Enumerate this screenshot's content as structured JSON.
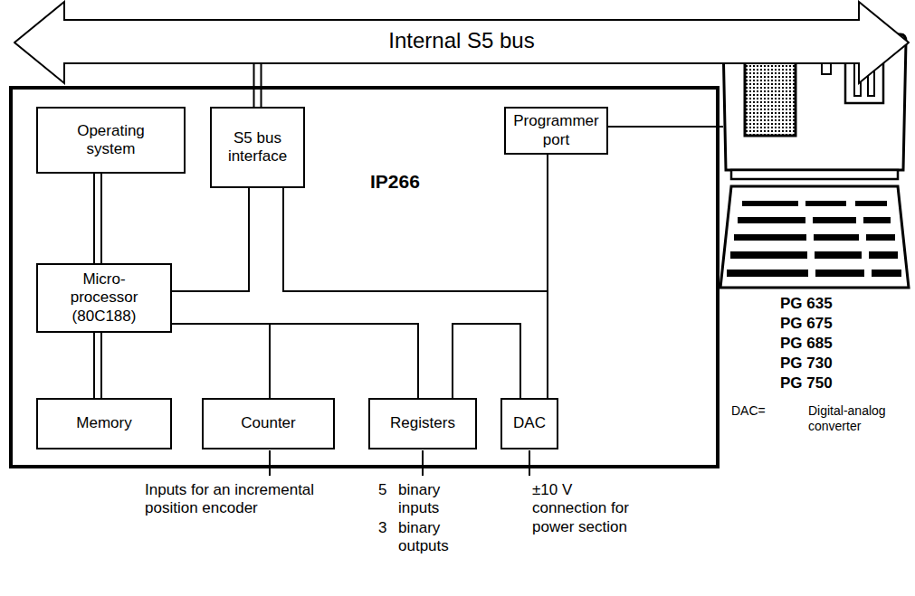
{
  "diagram": {
    "nodes": [
      {
        "text": [
          "Internal S5 bus"
        ]
      },
      {
        "text": [
          "IP266"
        ]
      },
      {
        "text": [
          "Operating system"
        ],
        "in": 1
      },
      {
        "text": [
          "S5 bus interface"
        ],
        "in": 1
      },
      {
        "text": [
          "Programmer port"
        ],
        "in": 1
      },
      {
        "text": [
          "Micro-processor (80C188)"
        ],
        "in": 1
      },
      {
        "text": [
          "Memory"
        ],
        "in": 1
      },
      {
        "text": [
          "Counter"
        ],
        "in": 1
      },
      {
        "text": [
          "Registers"
        ],
        "in": 1
      },
      {
        "text": [
          "DAC"
        ],
        "in": 1
      }
    ],
    "edges": [
      {
        "from": 0,
        "to": 3,
        "arrow": "none"
      },
      {
        "from": 2,
        "to": 5,
        "arrow": "none"
      },
      {
        "from": 5,
        "to": 6,
        "arrow": "none"
      },
      {
        "from": 5,
        "to": 3,
        "arrow": "none"
      },
      {
        "from": 3,
        "to": 4,
        "arrow": "none"
      },
      {
        "from": 4,
        "to": 9,
        "arrow": "none"
      },
      {
        "from": 5,
        "to": 7,
        "arrow": "none"
      },
      {
        "from": 5,
        "to": 8,
        "arrow": "none"
      },
      {
        "from": 8,
        "to": 9,
        "arrow": "none"
      }
    ],
    "labels": [
      "PG 635",
      "PG 675",
      "PG 685",
      "PG 730",
      "PG 750",
      "DAC=",
      "Digital-analog converter",
      "Inputs for an incremental position encoder",
      "5",
      "binary inputs",
      "3",
      "binary outputs",
      "±10 V connection for power section"
    ]
  }
}
